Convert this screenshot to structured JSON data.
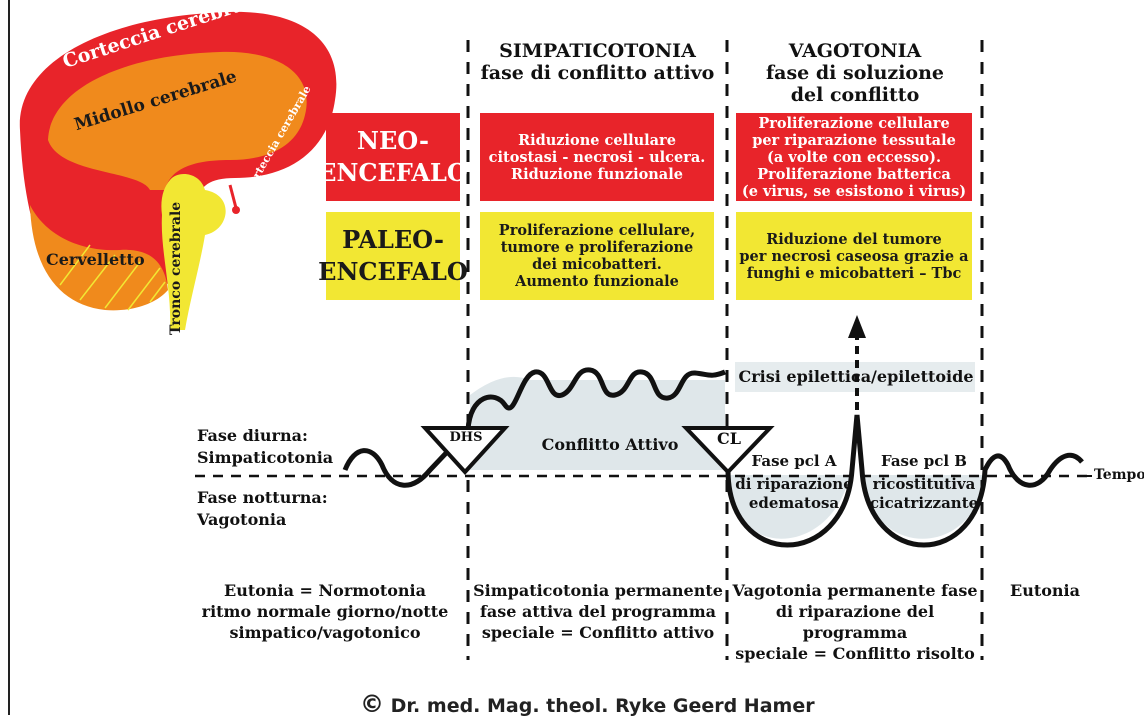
{
  "brain": {
    "corteccia": "Corteccia cerebrale",
    "midollo": "Midollo cerebrale",
    "corteccia_small": "Corteccia cerebrale",
    "cervelletto": "Cervelletto",
    "tronco": "Tronco cerebrale"
  },
  "headers": {
    "simpaticotonia": [
      "SIMPATICOTONIA",
      "fase di conflitto attivo"
    ],
    "vagotonia": [
      "VAGOTONIA",
      "fase di soluzione",
      "del conflitto"
    ]
  },
  "rows": {
    "neo_label": [
      "NEO-",
      "ENCEFALO"
    ],
    "paleo_label": [
      "PALEO-",
      "ENCEFALO"
    ],
    "neo_active": [
      "Riduzione cellulare",
      "citostasi - necrosi - ulcera.",
      "Riduzione funzionale"
    ],
    "neo_solution": [
      "Proliferazione cellulare",
      "per riparazione tessutale",
      "(a volte con eccesso).",
      "Proliferazione batterica",
      "(e virus, se esistono i virus)"
    ],
    "paleo_active": [
      "Proliferazione cellulare,",
      "tumore e proliferazione",
      "dei micobatteri.",
      "Aumento funzionale"
    ],
    "paleo_solution": [
      "Riduzione del tumore",
      "per necrosi caseosa grazie a",
      "funghi e micobatteri – Tbc"
    ]
  },
  "curve": {
    "crisi": "Crisi epilettica/epilettoide",
    "dhs": "DHS",
    "conflitto_attivo": "Conflitto Attivo",
    "cl": "CL",
    "fase_a": [
      "Fase pcl A",
      "di riparazione",
      "edematosa"
    ],
    "fase_b": [
      "Fase pcl B",
      "ricostitutiva",
      "cicatrizzante"
    ],
    "tempo": "Tempo"
  },
  "side": {
    "diurna": [
      "Fase diurna:",
      "Simpaticotonia"
    ],
    "notturna": [
      "Fase notturna:",
      "Vagotonia"
    ]
  },
  "bottom": {
    "eutonia_left": [
      "Eutonia = Normotonia",
      "ritmo normale giorno/notte",
      "simpatico/vagotonico"
    ],
    "simpatico_perm": [
      "Simpaticotonia permanente",
      "fase attiva del programma",
      "speciale = Conflitto attivo"
    ],
    "vagotonia_perm": [
      "Vagotonia permanente fase",
      "di riparazione del programma",
      "speciale = Conflitto risolto"
    ],
    "eutonia_right": "Eutonia"
  },
  "copyright": "Dr. med. Mag. theol. Ryke Geerd Hamer",
  "colors": {
    "red": "#e8242a",
    "yellow": "#f2e733",
    "orange": "#f08a1c",
    "shade": "#dfe7ea"
  }
}
